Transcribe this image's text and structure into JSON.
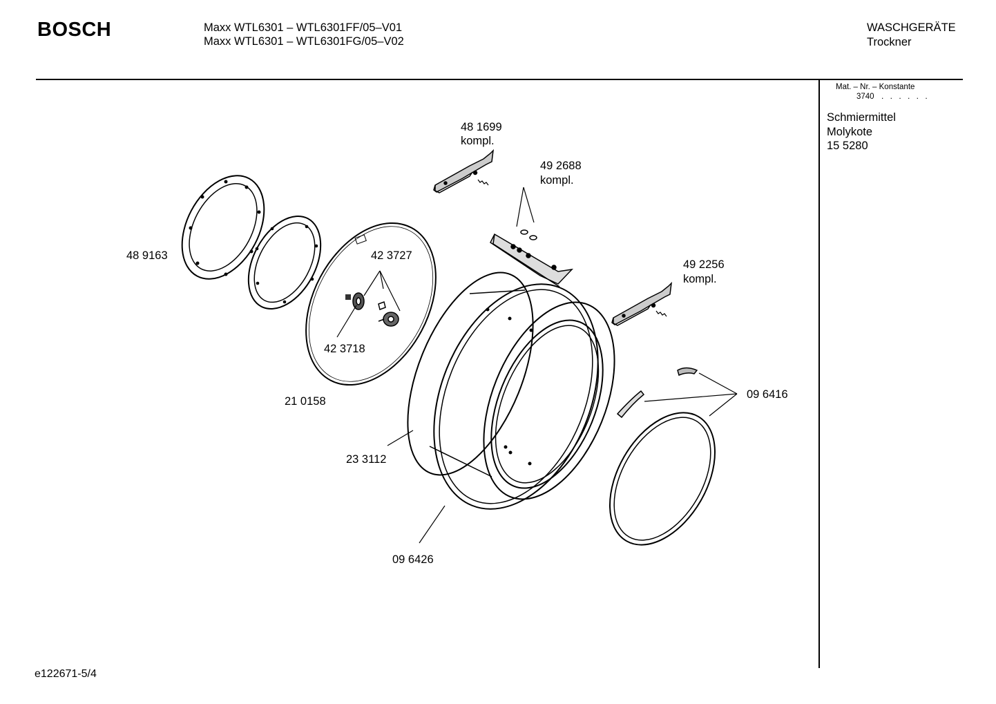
{
  "header": {
    "brand": "BOSCH",
    "model_lines": [
      "Maxx WTL6301 – WTL6301FF/05–V01",
      "Maxx WTL6301 – WTL6301FG/05–V02"
    ],
    "category": "WASCHGERÄTE",
    "subcategory": "Trockner"
  },
  "sidebar": {
    "material_title": "Mat. – Nr. – Konstante",
    "material_value": "3740",
    "material_dots": ". . . . . .",
    "notes": [
      "Schmiermittel",
      "Molykote",
      "15 5280"
    ]
  },
  "parts": {
    "p481699": "48 1699",
    "p481699_suffix": "kompl.",
    "p492688": "49 2688",
    "p492688_suffix": "kompl.",
    "p492256": "49 2256",
    "p492256_suffix": "kompl.",
    "p489163": "48 9163",
    "p423727": "42 3727",
    "p423718": "42 3718",
    "p210158": "21 0158",
    "p233112": "23 3112",
    "p096416": "09 6416",
    "p096426": "09 6426"
  },
  "footer": {
    "doc_id": "e122671-5/4"
  }
}
